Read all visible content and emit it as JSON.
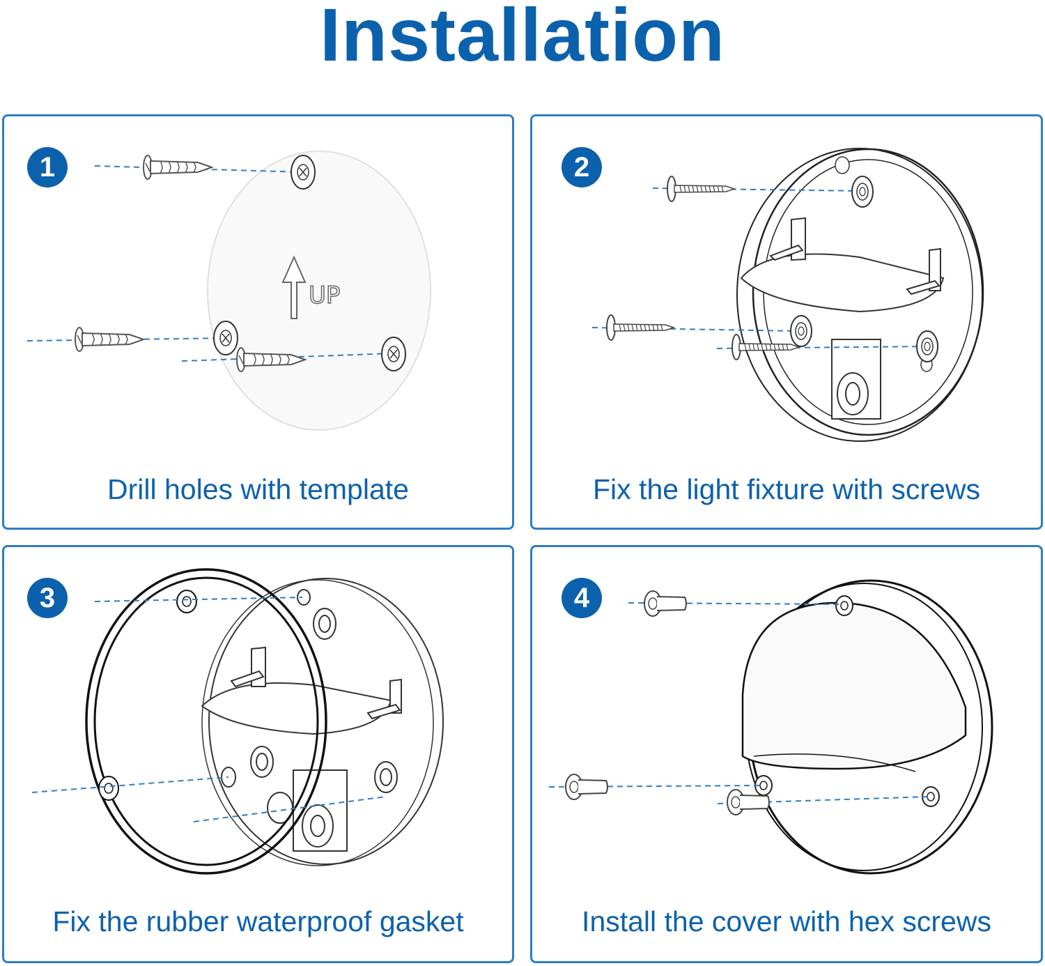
{
  "page": {
    "title": "Installation",
    "accent_color": "#0c61ad",
    "border_color": "#2e7dc4"
  },
  "steps": [
    {
      "number": "1",
      "caption": "Drill holes with template",
      "template_label": "UP"
    },
    {
      "number": "2",
      "caption": "Fix the light fixture with screws"
    },
    {
      "number": "3",
      "caption": "Fix the rubber waterproof gasket"
    },
    {
      "number": "4",
      "caption": "Install the cover with hex screws"
    }
  ],
  "icons": [
    "screw-icon",
    "arrow-up-icon",
    "hex-screw-icon"
  ]
}
